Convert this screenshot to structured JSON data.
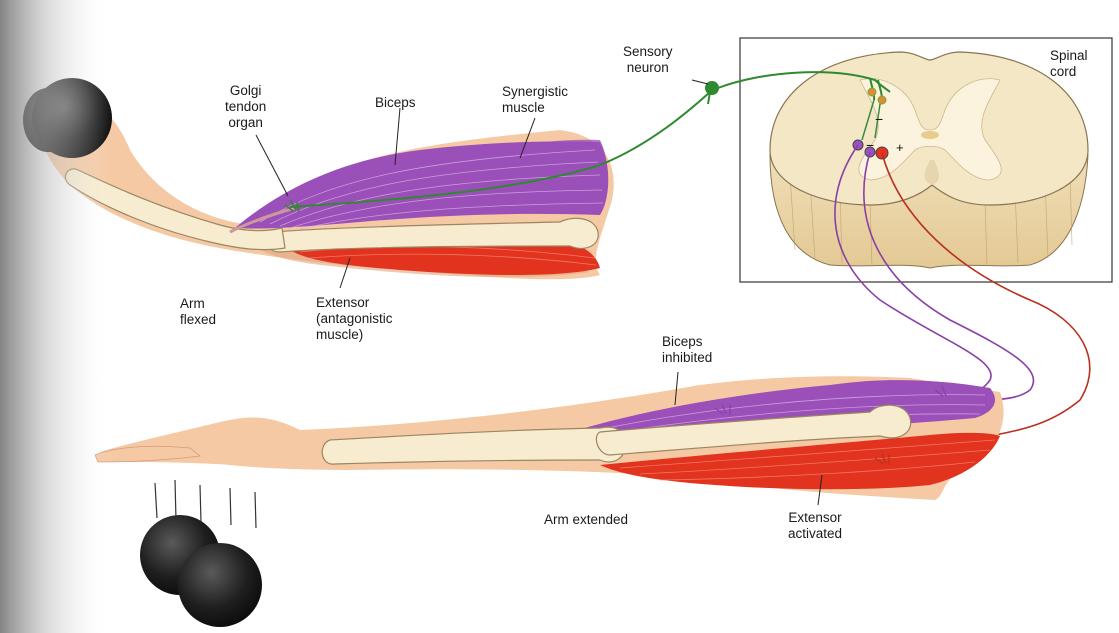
{
  "colors": {
    "skin": "#f5c9a3",
    "skin_shadow": "#e3a57f",
    "bone": "#f7ecd0",
    "biceps": "#9b4fb8",
    "extensor": "#e2331f",
    "sensory_neuron": "#2f8a2f",
    "spinal_white": "#f3e7c6",
    "spinal_gray": "#fbf3dd",
    "inhibitory_neuron": "#8a3fa6",
    "motor_neuron": "#b8321d",
    "weight": "#1c1c1c"
  },
  "labels": {
    "sensory_neuron": "Sensory\nneuron",
    "spinal_cord": "Spinal\ncord",
    "golgi_tendon_organ": "Golgi\ntendon\norgan",
    "biceps": "Biceps",
    "synergistic_muscle": "Synergistic\nmuscle",
    "arm_flexed": "Arm\nflexed",
    "extensor_antagonistic": "Extensor\n(antagonistic\nmuscle)",
    "biceps_inhibited": "Biceps\ninhibited",
    "arm_extended": "Arm extended",
    "extensor_activated": "Extensor\nactivated"
  },
  "synapse_signs": {
    "minus_upper": "−",
    "minus_lower": "−",
    "plus": "+"
  },
  "icons": {
    "dumbbell_held": "dumbbell-icon",
    "dumbbell_dropped": "dumbbell-icon"
  }
}
